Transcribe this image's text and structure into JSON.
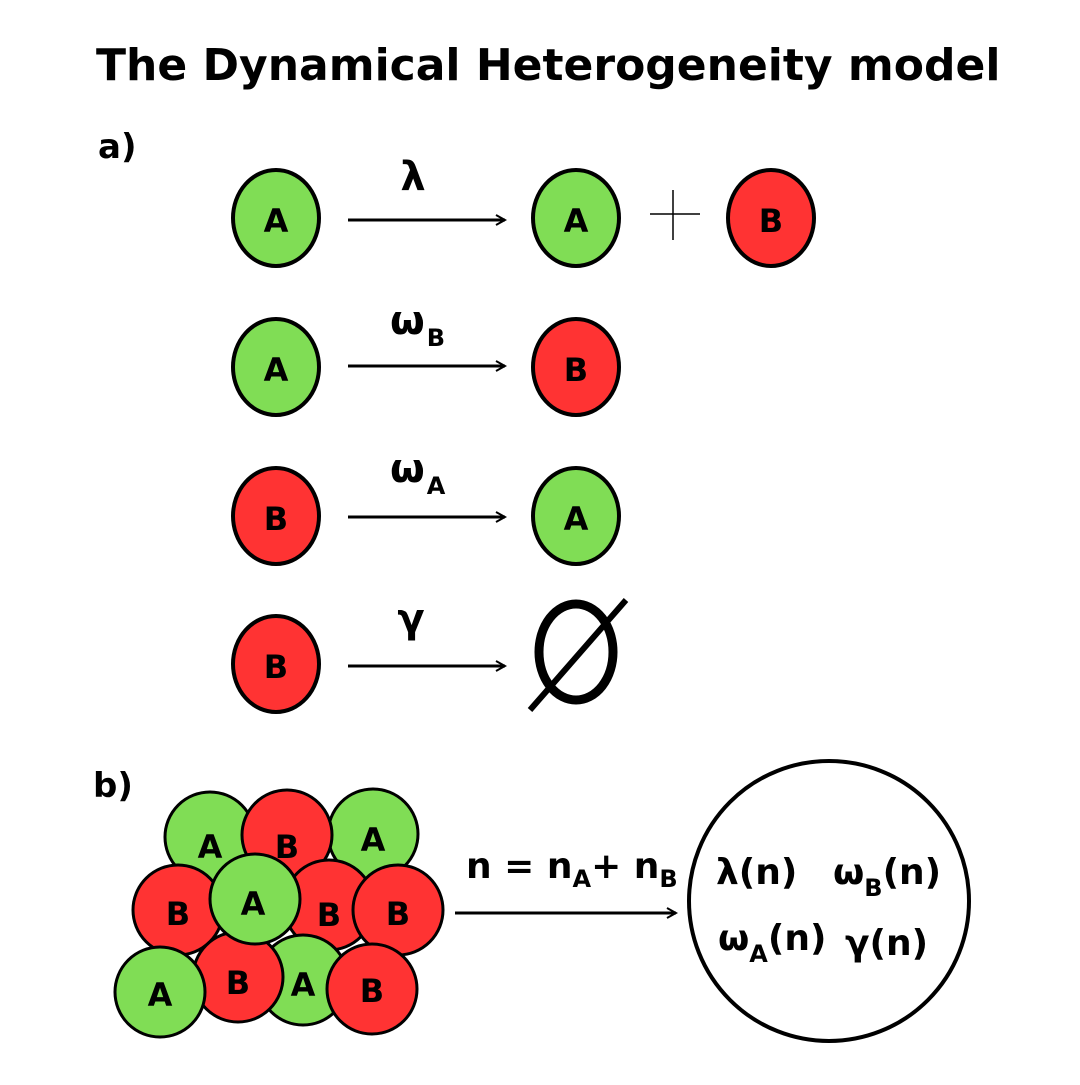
{
  "title": "The Dynamical Heterogeneity model",
  "colors": {
    "cell_A": "#80dd55",
    "cell_B": "#ff3333",
    "stroke": "#000000"
  },
  "panel_a": {
    "label": "a)",
    "reactions": [
      {
        "reactant": "A",
        "rate": "λ",
        "rate_sub": "",
        "products": [
          "A",
          "B"
        ],
        "plus": "+"
      },
      {
        "reactant": "A",
        "rate": "ω",
        "rate_sub": "B",
        "products": [
          "B"
        ]
      },
      {
        "reactant": "B",
        "rate": "ω",
        "rate_sub": "A",
        "products": [
          "A"
        ]
      },
      {
        "reactant": "B",
        "rate": "γ",
        "rate_sub": "",
        "products": [],
        "empty_set": "empty-set"
      }
    ]
  },
  "panel_b": {
    "label": "b)",
    "cluster": [
      "A",
      "B",
      "A",
      "B",
      "A",
      "B",
      "B",
      "A",
      "B",
      "A",
      "B"
    ],
    "formula": {
      "n": "n = n",
      "sub_a": "A",
      "plus": "+ n",
      "sub_b": "B"
    },
    "rates": {
      "lambda": "λ(n)",
      "omega_b": {
        "sym": "ω",
        "sub": "B",
        "arg": "(n)"
      },
      "omega_a": {
        "sym": "ω",
        "sub": "A",
        "arg": "(n)"
      },
      "gamma": "γ(n)"
    }
  }
}
